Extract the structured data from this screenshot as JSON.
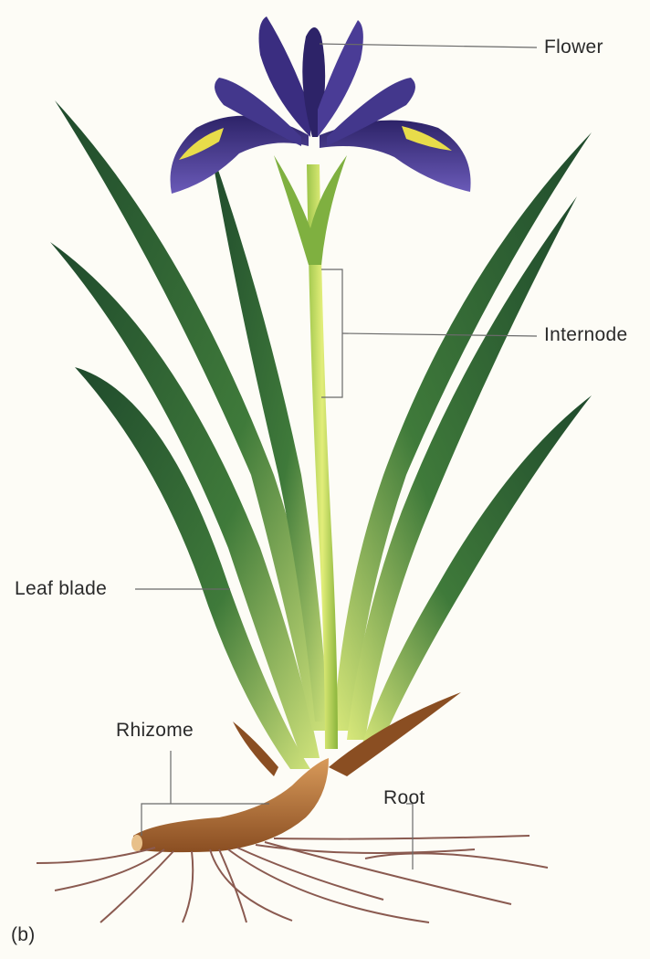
{
  "labels": {
    "flower": "Flower",
    "internode": "Internode",
    "leaf_blade": "Leaf blade",
    "rhizome": "Rhizome",
    "root": "Root",
    "panel": "(b)"
  },
  "colors": {
    "background": "#fdfcf6",
    "leaf_dark": "#1f4a2c",
    "leaf_mid": "#3f7a3a",
    "leaf_light": "#d8e87a",
    "petal_dark": "#2d2368",
    "petal_mid": "#5a4aa8",
    "petal_yellow": "#e8dc4a",
    "rhizome": "#b0703a",
    "root": "#8a5a50",
    "leader_line": "#6a6a6a"
  }
}
